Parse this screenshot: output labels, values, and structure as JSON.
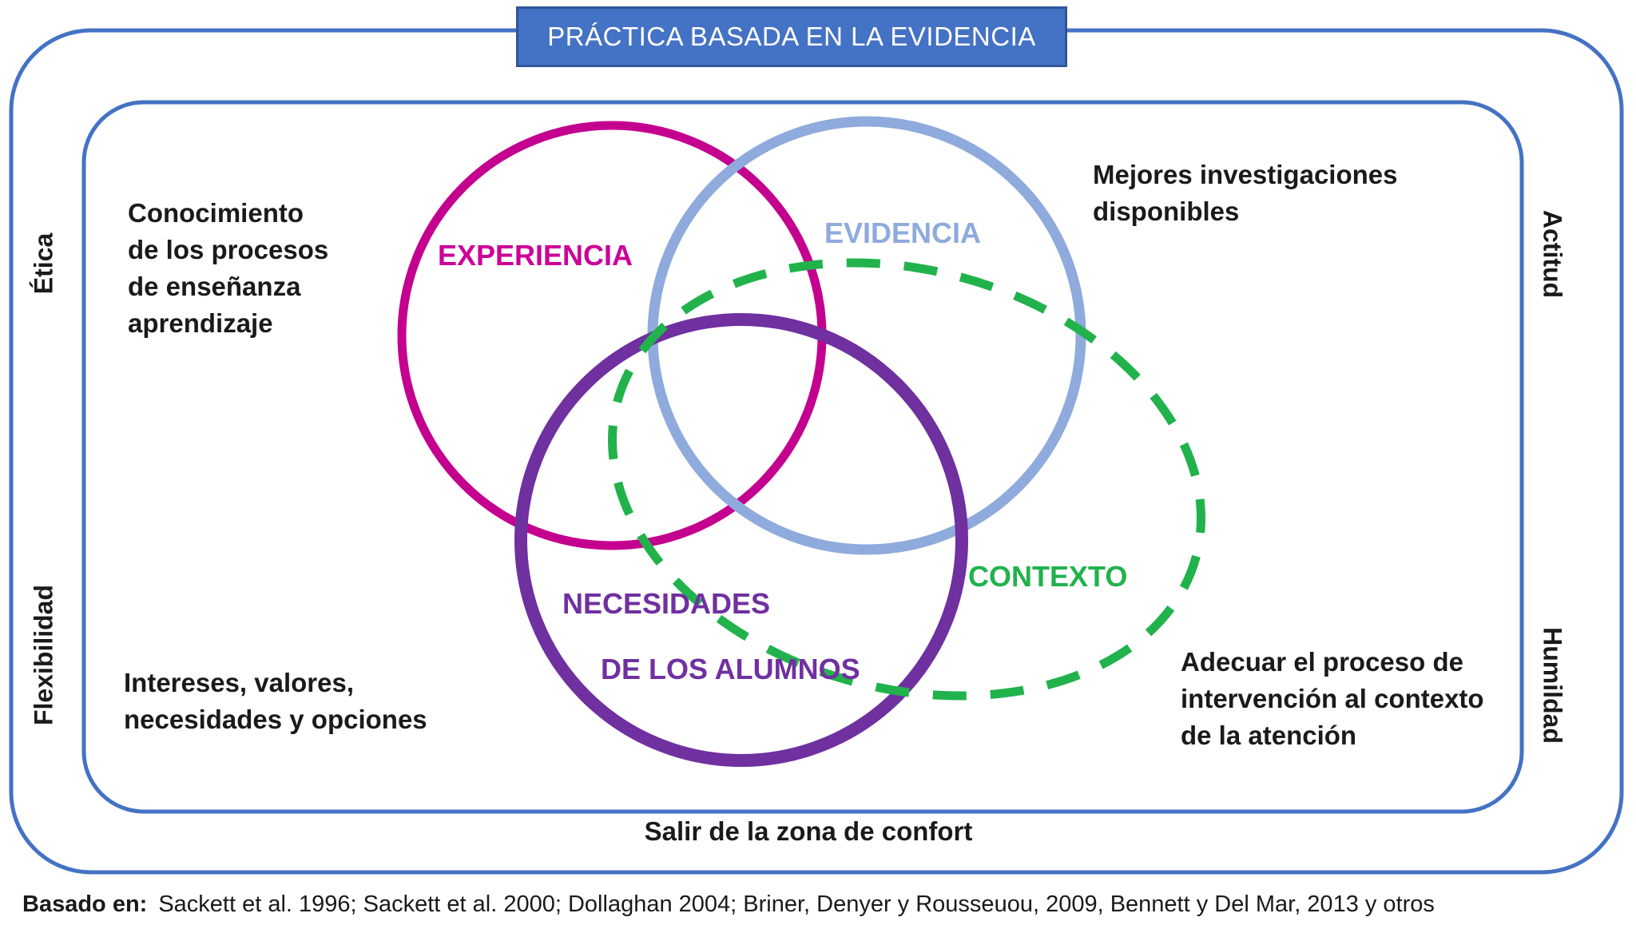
{
  "frame": {
    "title": "PRÁCTICA BASADA EN LA EVIDENCIA",
    "edge_labels": {
      "left_top": "Ética",
      "left_bottom": "Flexibilidad",
      "right_top": "Actitud",
      "right_bottom": "Humildad",
      "bottom": "Salir de la zona de confort"
    }
  },
  "venn": {
    "experiencia": {
      "label": "EXPERIENCIA",
      "color": "#C4008F",
      "label_color": "#CC0099",
      "note": "Conocimiento\nde los procesos\nde enseñanza\naprendizaje"
    },
    "evidencia": {
      "label": "EVIDENCIA",
      "color": "#8FAADC",
      "label_color": "#8FAADC",
      "note": "Mejores investigaciones\ndisponibles"
    },
    "necesidades": {
      "label_line1": "NECESIDADES",
      "label_line2": "DE LOS ALUMNOS",
      "color": "#7030A0",
      "label_color": "#7030A0",
      "note": "Intereses, valores,\nnecesidades y opciones"
    },
    "contexto": {
      "label": "CONTEXTO",
      "color": "#21B24C",
      "label_color": "#21B24C",
      "line_style": "dashed",
      "note": "Adecuar el proceso de\nintervención al contexto\nde la atención"
    }
  },
  "footer": {
    "prefix": "Basado en:",
    "citation": "Sackett et al. 1996; Sackett et al. 2000; Dollaghan 2004; Briner, Denyer y Rousseuou, 2009, Bennett y Del Mar, 2013 y otros"
  },
  "colors": {
    "frame_blue": "#4472C4",
    "title_bg": "#4472C4",
    "title_border": "#2F5597",
    "text": "#1a1a1a"
  }
}
